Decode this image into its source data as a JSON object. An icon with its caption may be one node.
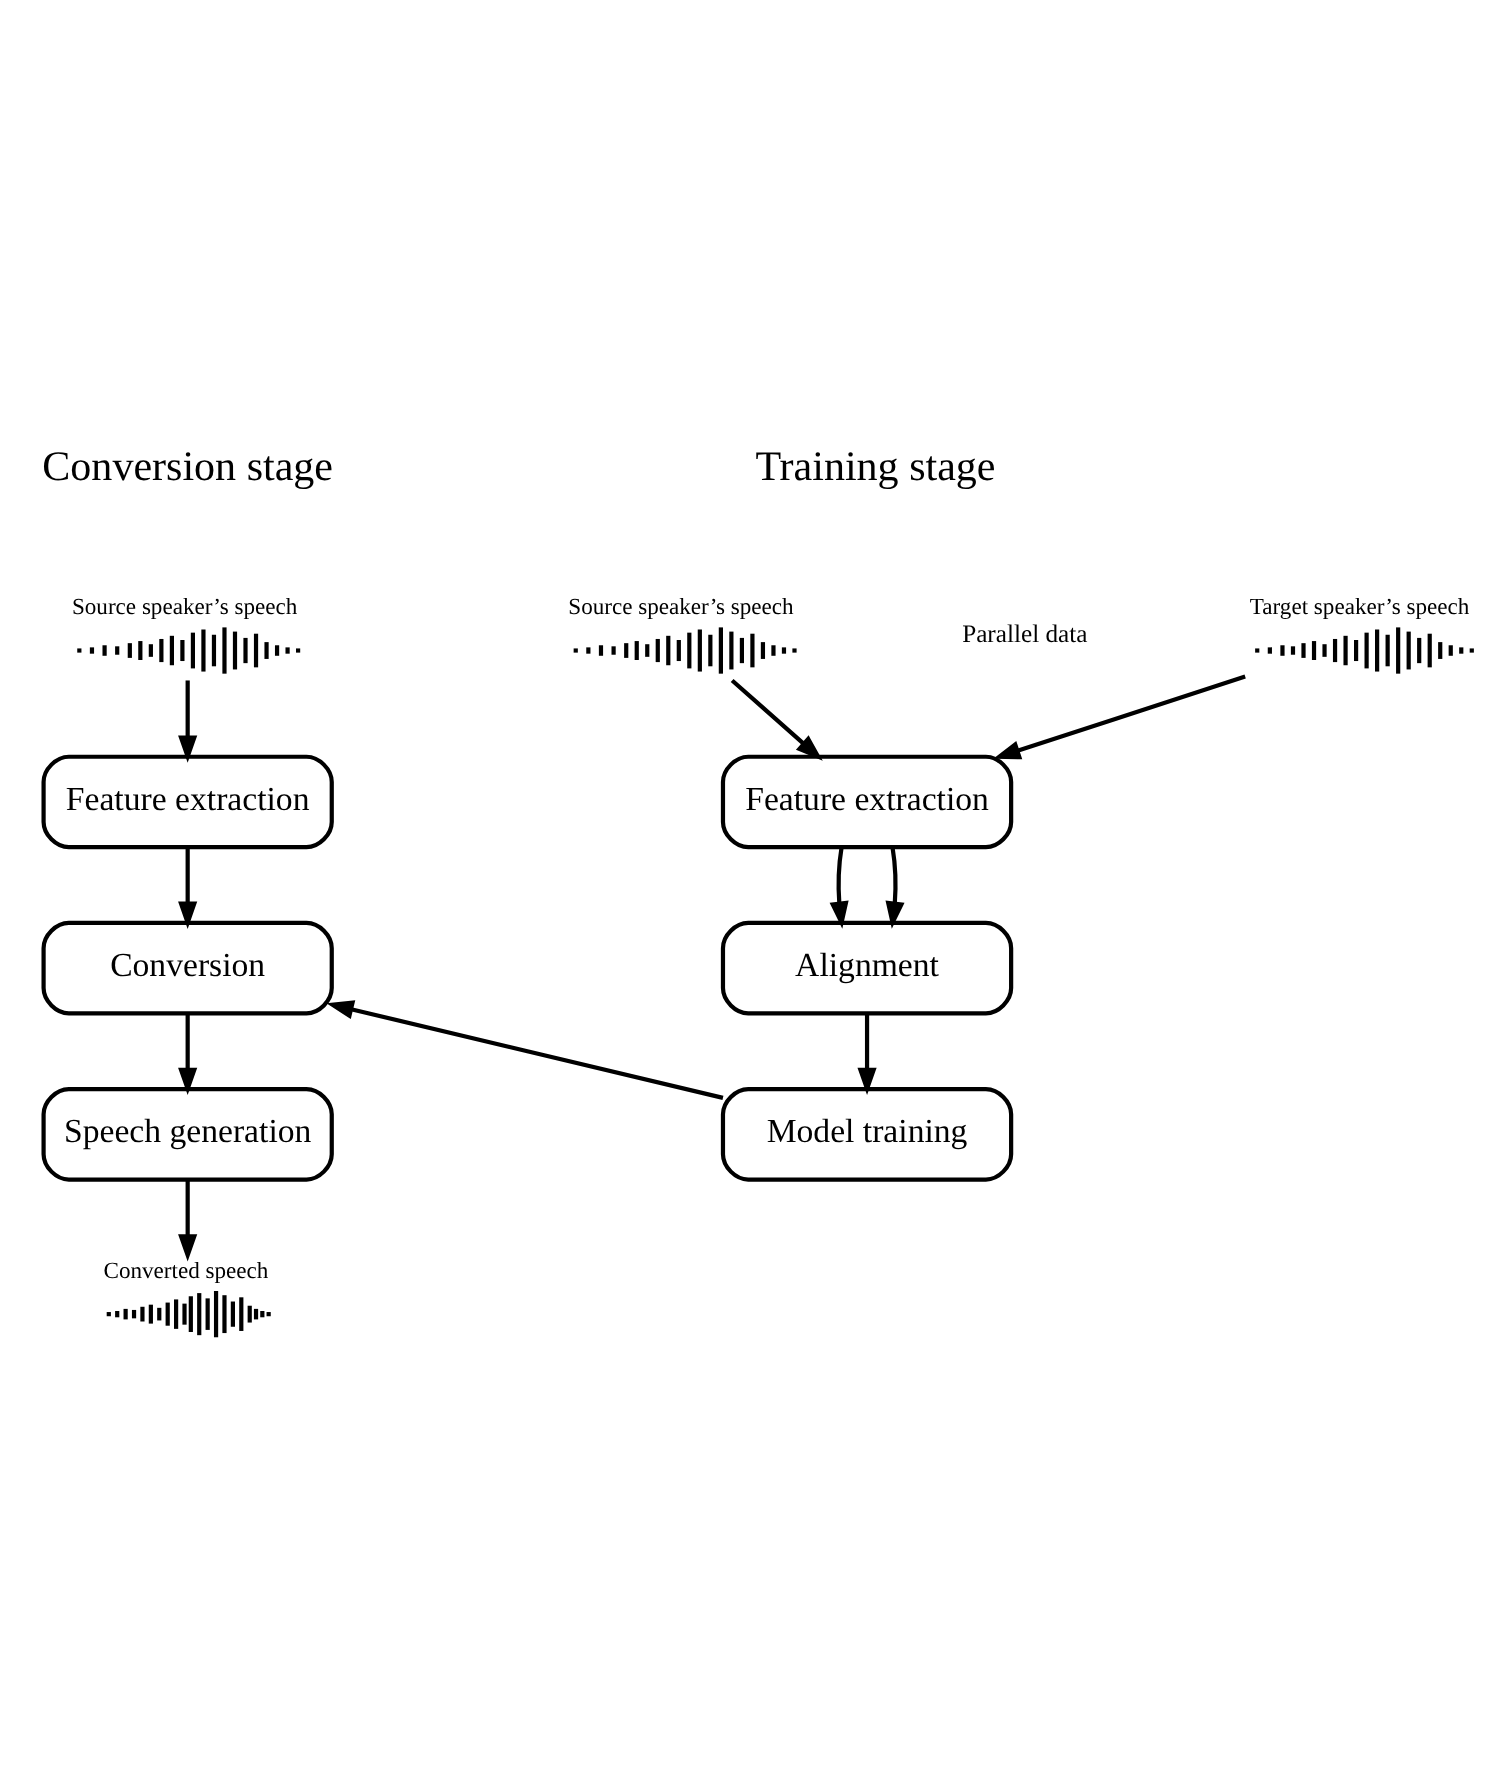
{
  "diagram": {
    "nodes": [
      {
        "text": [],
        "shape": "picture",
        "beside": [
          "Source speaker’s speech"
        ]
      },
      {
        "text": [],
        "shape": "picture",
        "beside": [
          "Target speaker’s speech"
        ]
      },
      {
        "text": [
          "Feature extraction"
        ]
      },
      {
        "text": [
          "Alignment"
        ]
      },
      {
        "text": [
          "Model training"
        ]
      },
      {
        "text": [],
        "shape": "picture",
        "beside": [
          "Source speaker’s speech"
        ]
      },
      {
        "text": [
          "Feature extraction"
        ]
      },
      {
        "text": [
          "Conversion"
        ]
      },
      {
        "text": [
          "Speech generation"
        ]
      },
      {
        "text": [],
        "shape": "picture",
        "beside": [
          "Converted speech"
        ]
      }
    ],
    "edges": [
      {
        "from": 0,
        "to": 2,
        "arrow": "to"
      },
      {
        "from": 1,
        "to": 2,
        "arrow": "to"
      },
      {
        "from": 2,
        "to": 3,
        "arrow": "to"
      },
      {
        "from": 2,
        "to": 3,
        "arrow": "to"
      },
      {
        "from": 3,
        "to": 4,
        "arrow": "to"
      },
      {
        "from": 4,
        "to": 7,
        "arrow": "to"
      },
      {
        "from": 5,
        "to": 6,
        "arrow": "to"
      },
      {
        "from": 6,
        "to": 7,
        "arrow": "to"
      },
      {
        "from": 7,
        "to": 8,
        "arrow": "to"
      },
      {
        "from": 8,
        "to": 9,
        "arrow": "to"
      }
    ],
    "labels": [
      "Training stage",
      "Conversion stage",
      "Parallel data"
    ]
  }
}
